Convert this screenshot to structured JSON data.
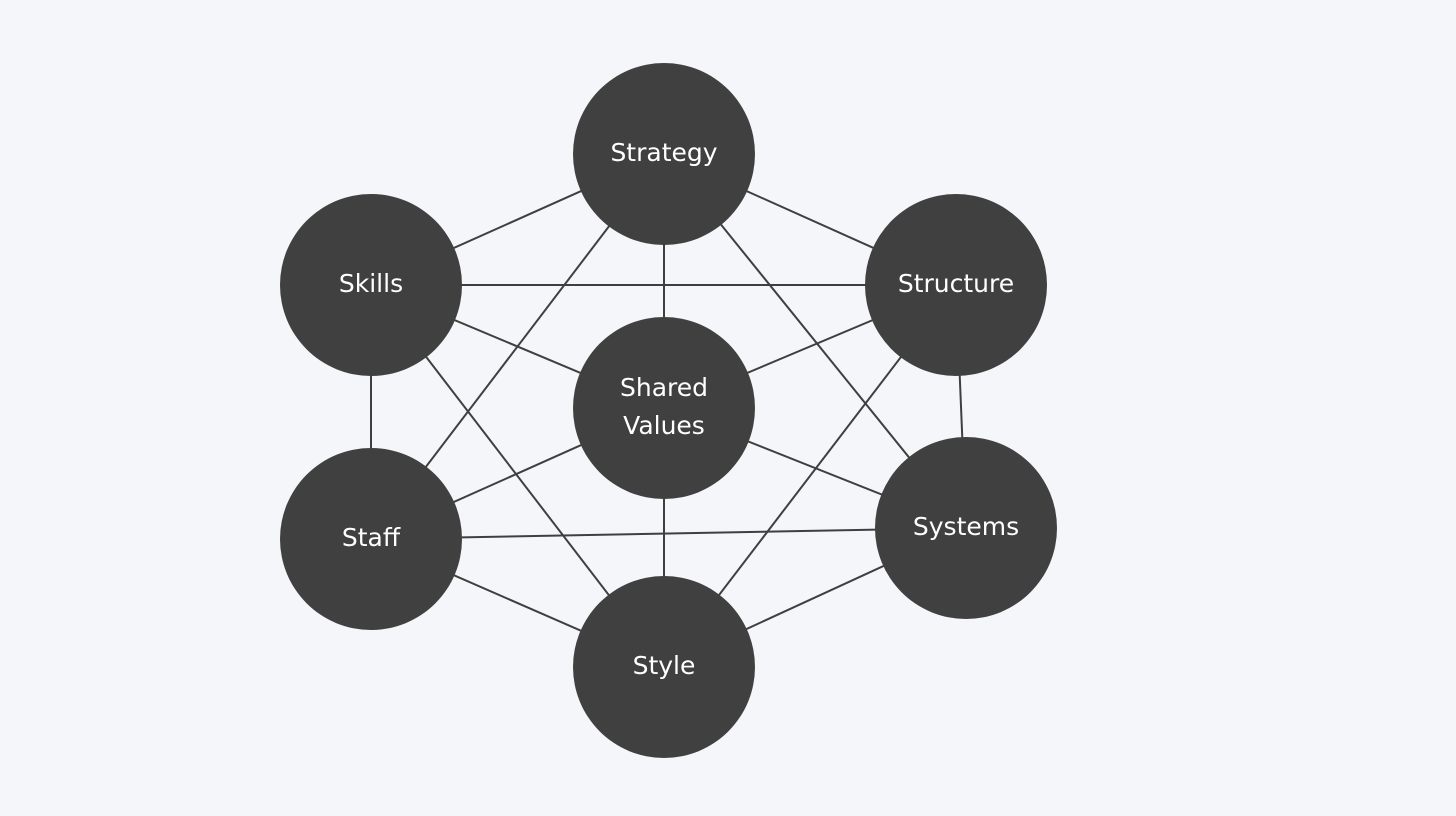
{
  "diagram": {
    "colors": {
      "background": "#f5f6fa",
      "node_fill": "#404040",
      "edge": "#3f3f3f",
      "label": "#ffffff"
    },
    "nodes": [
      {
        "id": "strategy",
        "lines": [
          "Strategy"
        ]
      },
      {
        "id": "structure",
        "lines": [
          "Structure"
        ]
      },
      {
        "id": "systems",
        "lines": [
          "Systems"
        ]
      },
      {
        "id": "style",
        "lines": [
          "Style"
        ]
      },
      {
        "id": "staff",
        "lines": [
          "Staff"
        ]
      },
      {
        "id": "skills",
        "lines": [
          "Skills"
        ]
      },
      {
        "id": "shared-values",
        "lines": [
          "Shared",
          "Values"
        ]
      }
    ],
    "edges": [
      [
        "strategy",
        "structure"
      ],
      [
        "strategy",
        "skills"
      ],
      [
        "strategy",
        "shared-values"
      ],
      [
        "strategy",
        "systems"
      ],
      [
        "strategy",
        "staff"
      ],
      [
        "skills",
        "structure"
      ],
      [
        "skills",
        "staff"
      ],
      [
        "skills",
        "shared-values"
      ],
      [
        "skills",
        "style"
      ],
      [
        "structure",
        "systems"
      ],
      [
        "structure",
        "shared-values"
      ],
      [
        "structure",
        "style"
      ],
      [
        "staff",
        "systems"
      ],
      [
        "staff",
        "style"
      ],
      [
        "staff",
        "shared-values"
      ],
      [
        "systems",
        "style"
      ],
      [
        "systems",
        "shared-values"
      ],
      [
        "style",
        "shared-values"
      ]
    ]
  }
}
